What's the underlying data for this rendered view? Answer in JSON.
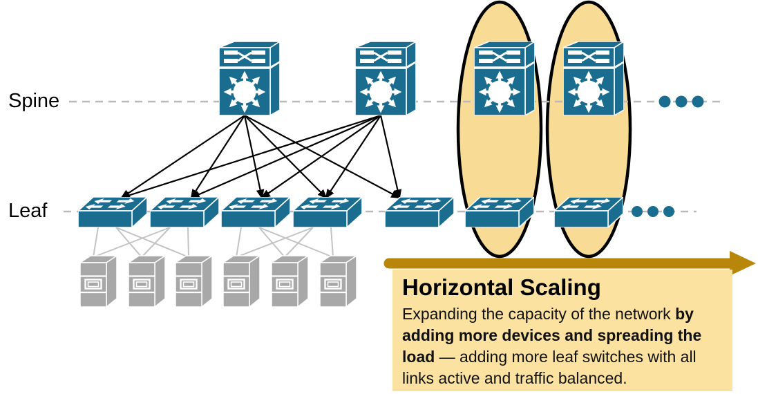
{
  "row_labels": {
    "spine": "Spine",
    "leaf": "Leaf"
  },
  "callout": {
    "title": "Horizontal Scaling",
    "line1_regular": "Expanding the capacity of the network ",
    "line1_bold": "by",
    "line2_bold": "adding more devices and spreading the",
    "line3_bold": "load",
    "line3_regular": " — adding more leaf switches with all",
    "line4_regular": "links active and traffic balanced."
  },
  "diagram": {
    "type": "spine-leaf network topology",
    "spine_switch_count": 4,
    "leaf_switch_count": 7,
    "server_count": 6,
    "spine_to_leaf_links": 10,
    "leaf_to_server_links": 12,
    "highlighted_expansion_groups": 2,
    "ellipsis_dots_per_row": 3
  },
  "icons": {
    "spine_switch": "multilayer-switch-icon",
    "leaf_switch": "workgroup-switch-icon",
    "server": "server-tower-icon",
    "highlight": "highlight-ellipse",
    "continuation": "ellipsis-dots",
    "scaling_arrow": "right-arrow-icon"
  },
  "colors": {
    "device_blue": "#1B6D90",
    "server_gray": "#A8A8A8",
    "highlight_yellow": "#F8DC96",
    "callout_yellow": "#FBE2A0",
    "arrow_gold": "#B8860B",
    "link_black": "#000000",
    "link_gray": "#C3C3C3",
    "dash_gray": "#B9B9B9"
  }
}
